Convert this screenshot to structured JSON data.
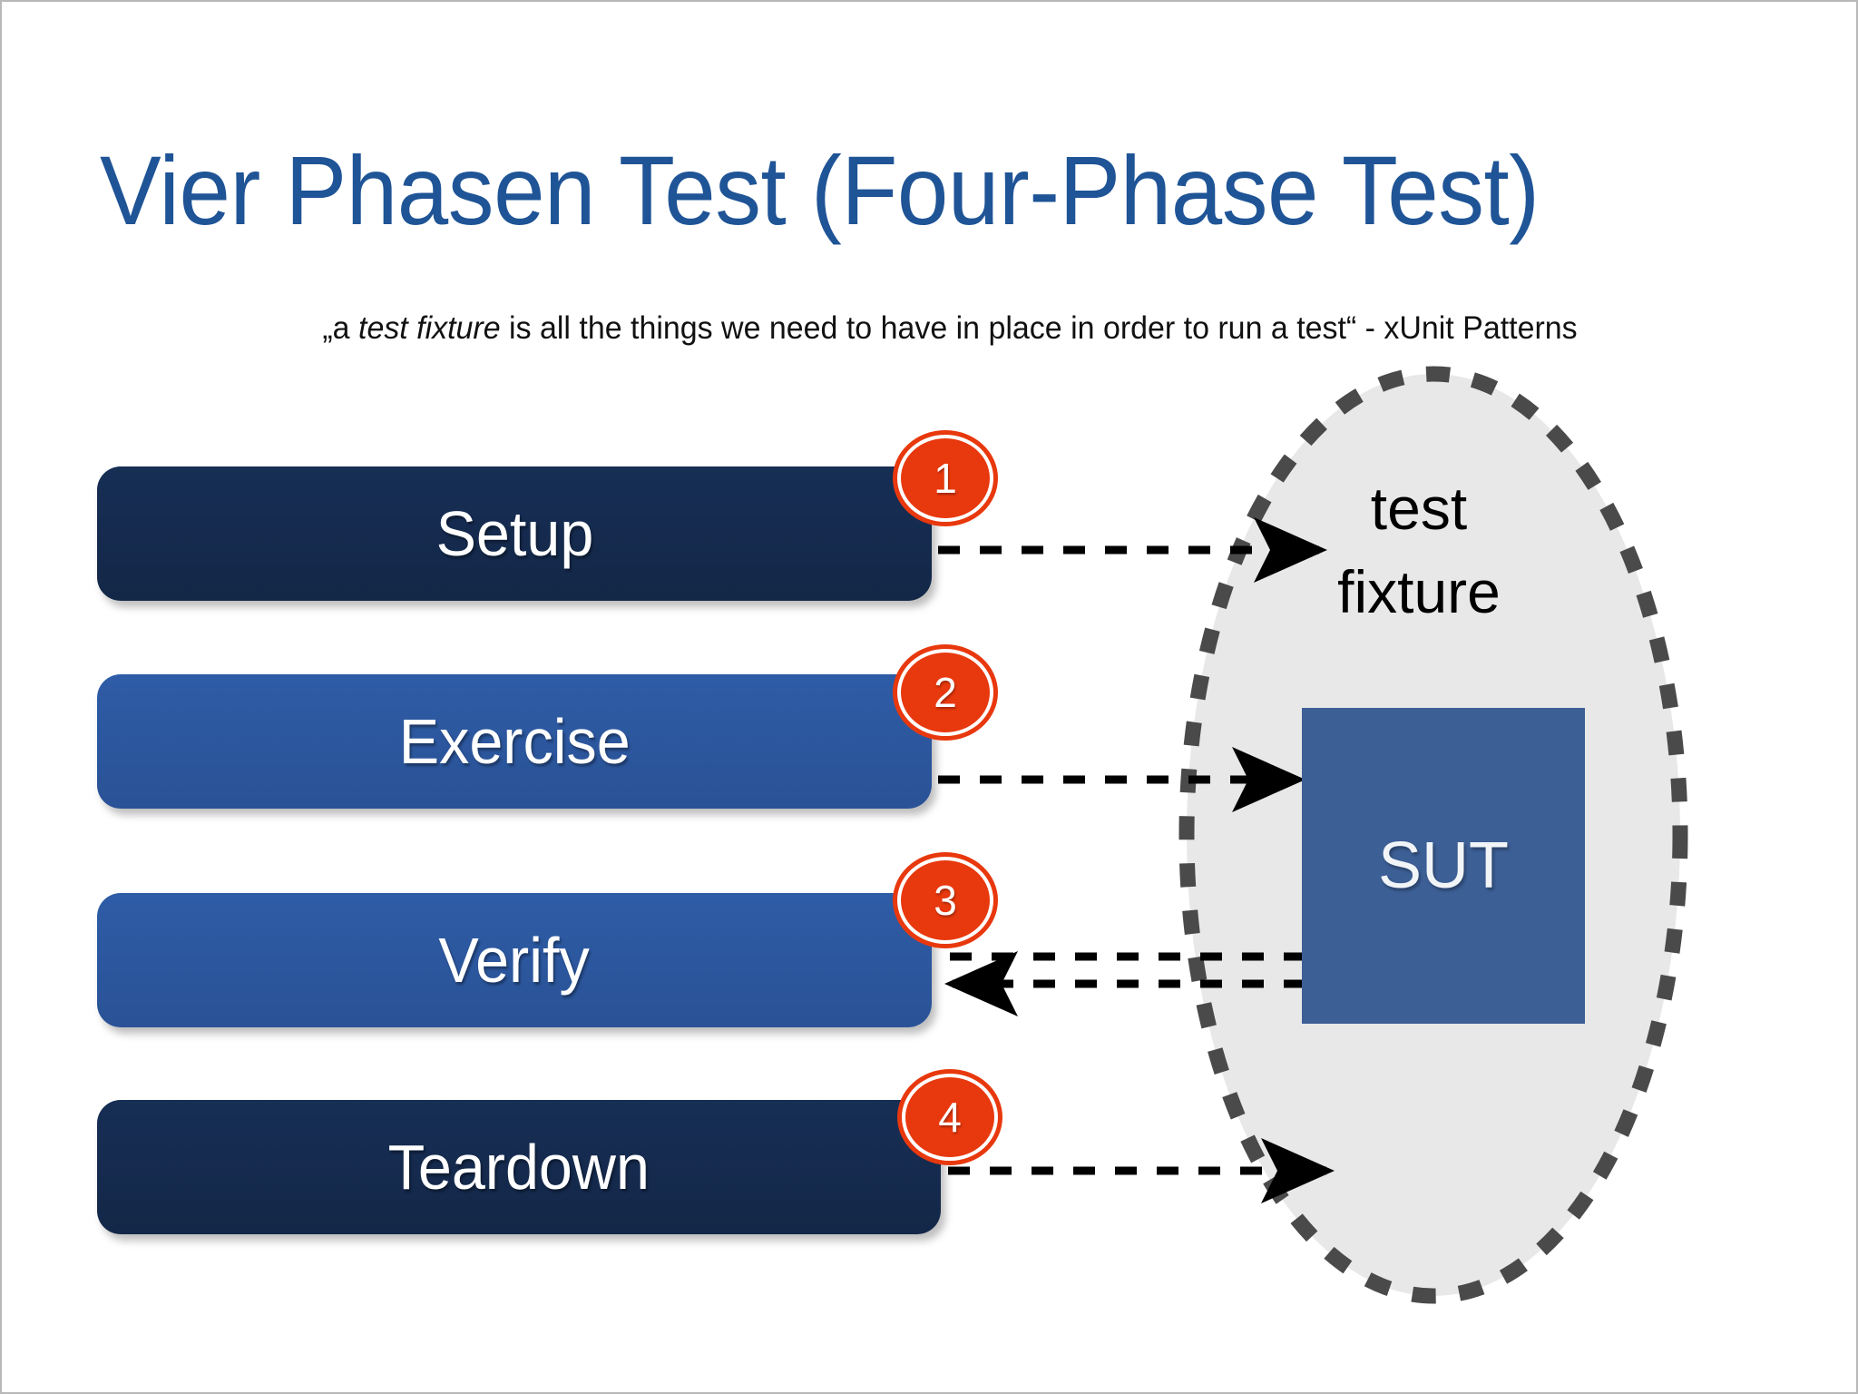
{
  "slide": {
    "title": "Vier Phasen Test (Four-Phase Test)",
    "subtitle_parts": {
      "before": "„a ",
      "italic": "test fixture",
      "after": " is all the things we need to have in place in order to run a test“ - xUnit Patterns"
    },
    "background_color": "#FFFFFF",
    "title_color": "#1F5496"
  },
  "phases": [
    {
      "number": "1",
      "label": "Setup",
      "color": "#172E55",
      "badge_color": "#E8380D"
    },
    {
      "number": "2",
      "label": "Exercise",
      "color": "#2E5CA6",
      "badge_color": "#E8380D"
    },
    {
      "number": "3",
      "label": "Verify",
      "color": "#2E5CA6",
      "badge_color": "#E8380D"
    },
    {
      "number": "4",
      "label": "Teardown",
      "color": "#172E55",
      "badge_color": "#E8380D"
    }
  ],
  "fixture": {
    "label": "test\nfixture",
    "fill_color": "#E8E8E8",
    "border_color": "#4A4A4A",
    "border_style": "dashed"
  },
  "sut": {
    "label": "SUT",
    "fill_color": "#3C5F96",
    "text_color": "#F2F5F8"
  },
  "connectors": [
    {
      "from": "Setup",
      "to": "test fixture",
      "style": "dashed",
      "arrow": "end"
    },
    {
      "from": "Exercise",
      "to": "SUT",
      "style": "dashed",
      "arrow": "end"
    },
    {
      "from": "SUT",
      "to": "Verify",
      "style": "dashed",
      "arrow": "none"
    },
    {
      "from": "SUT",
      "to": "Verify",
      "style": "dashed",
      "arrow": "end"
    },
    {
      "from": "Teardown",
      "to": "test fixture",
      "style": "dashed",
      "arrow": "end"
    }
  ]
}
